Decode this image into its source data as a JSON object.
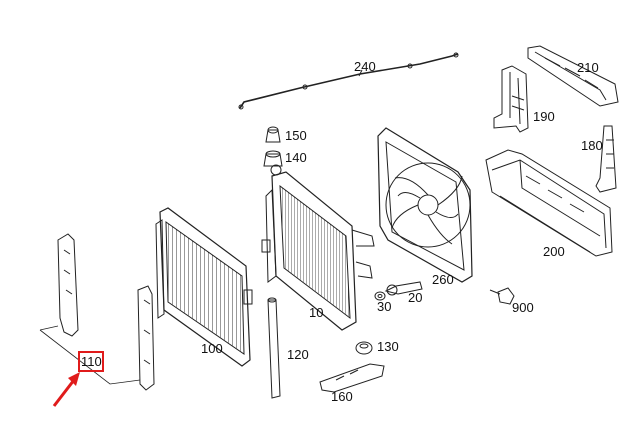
{
  "diagram": {
    "parts": [
      {
        "id": "p240",
        "label": "240"
      },
      {
        "id": "p210",
        "label": "210"
      },
      {
        "id": "p190",
        "label": "190"
      },
      {
        "id": "p150",
        "label": "150"
      },
      {
        "id": "p140",
        "label": "140"
      },
      {
        "id": "p180",
        "label": "180"
      },
      {
        "id": "p200",
        "label": "200"
      },
      {
        "id": "p260",
        "label": "260"
      },
      {
        "id": "p20",
        "label": "20"
      },
      {
        "id": "p30",
        "label": "30"
      },
      {
        "id": "p900",
        "label": "900"
      },
      {
        "id": "p10",
        "label": "10"
      },
      {
        "id": "p100",
        "label": "100"
      },
      {
        "id": "p120",
        "label": "120"
      },
      {
        "id": "p130",
        "label": "130"
      },
      {
        "id": "p110",
        "label": "110"
      },
      {
        "id": "p160",
        "label": "160"
      }
    ],
    "highlight": {
      "label": "110",
      "color": "#e01b1b"
    },
    "colors": {
      "line": "#222222",
      "highlight": "#e01b1b"
    }
  }
}
